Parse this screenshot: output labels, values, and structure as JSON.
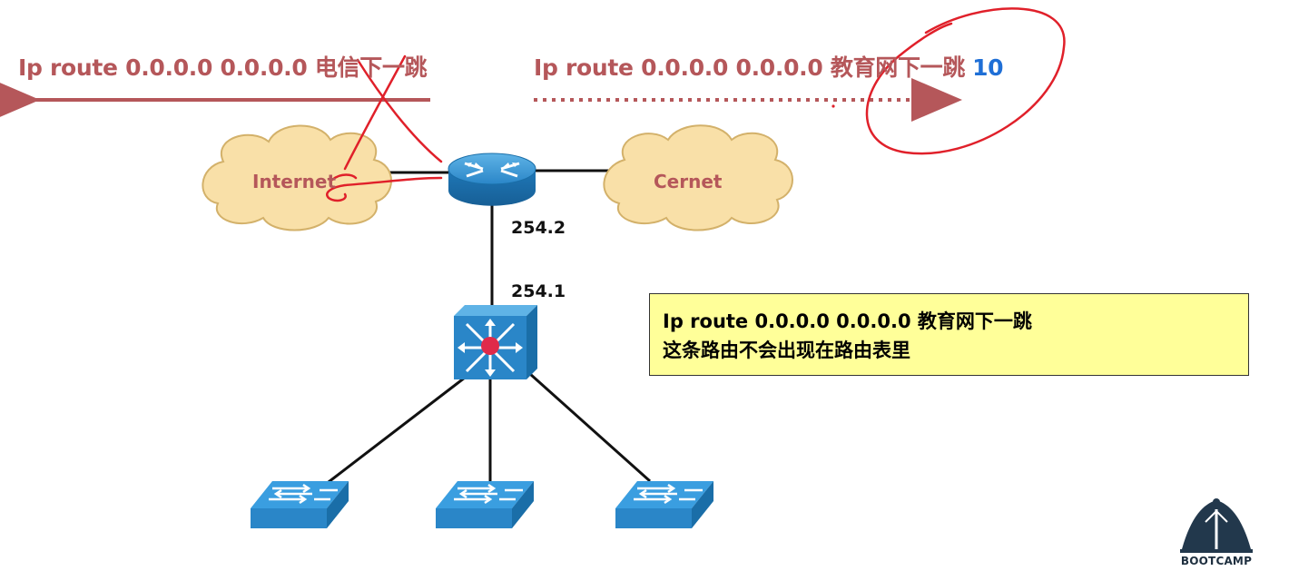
{
  "routes": {
    "left_text": "Ip route 0.0.0.0 0.0.0.0 电信下一跳",
    "right_text": "Ip route 0.0.0.0 0.0.0.0 教育网下一跳",
    "right_metric": "10"
  },
  "clouds": {
    "internet": "Internet",
    "cernet": "Cernet"
  },
  "ip_labels": {
    "router_side": "254.2",
    "switch_side": "254.1"
  },
  "note": {
    "line1": "Ip route 0.0.0.0 0.0.0.0 教育网下一跳",
    "line2": "这条路由不会出现在路由表里"
  },
  "logo": {
    "text": "BOOTCAMP"
  },
  "colors": {
    "route_text": "#b5575a",
    "metric": "#1f6fd6",
    "cloud_fill": "#f9e0a8",
    "cloud_stroke": "#d3b16a",
    "device_blue": "#2a86c8",
    "note_fill": "#ffff99",
    "annotation_red": "#e0202a"
  },
  "icons": [
    "router-icon",
    "core-switch-icon",
    "access-switch-icon",
    "cloud-icon",
    "bootcamp-logo-icon"
  ]
}
